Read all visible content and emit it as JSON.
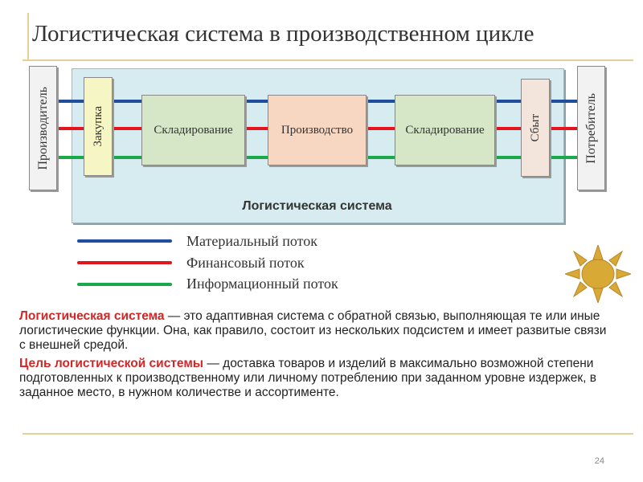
{
  "slide": {
    "title": "Логистическая система в производственном цикле",
    "page_number": "24"
  },
  "diagram": {
    "system_label": "Логистическая система",
    "producer": "Производитель",
    "consumer": "Потребитель",
    "stages": {
      "purchase": "Закупка",
      "warehousing1": "Складирование",
      "production": "Производство",
      "warehousing2": "Складирование",
      "sales": "Сбыт"
    }
  },
  "legend": {
    "material": "Материальный поток",
    "financial": "Финансовый поток",
    "information": "Информационный поток"
  },
  "colors": {
    "material": "#1f4e9c",
    "financial": "#e3141b",
    "information": "#1aa84a",
    "purchase": "#f6f6c4",
    "warehouse": "#d6e7c8",
    "production": "#f7d7c2",
    "sales": "#f3e4dc",
    "endpoints": "#f2f2f2",
    "accent": "#d32626"
  },
  "text": {
    "p1_term": "Логистическая система",
    "p1_rest": " — это адаптивная система с обратной связью, выполняющая те или иные логистические функции. Она, как правило, состоит из нескольких подсистем и имеет развитые связи с внешней средой.",
    "p2_term": "Цель логистической системы",
    "p2_rest": " — доставка товаров и изделий в максимально возможной степени подготовленных к производственному или личному потреблению при заданном уровне издержек, в заданное место, в нужном количестве и ассортименте."
  },
  "icons": {
    "decoration": "sun-icon"
  }
}
